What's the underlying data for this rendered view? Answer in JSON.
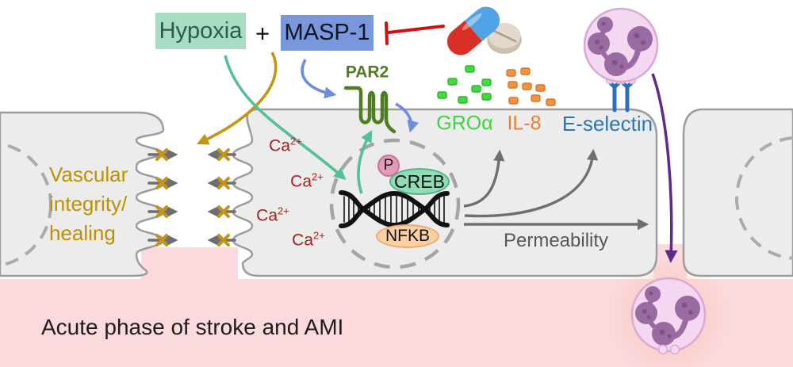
{
  "labels": {
    "hypoxia": "Hypoxia",
    "plus": "+",
    "masp1": "MASP-1",
    "par2": "PAR2",
    "ca_base": "Ca",
    "ca_sup": "2+",
    "p": "P",
    "creb": "CREB",
    "nfkb": "NFKB",
    "gro": "GROα",
    "il8": "IL-8",
    "eselectin": "E-selectin",
    "permeability": "Permeability",
    "vascular_line1": "Vascular",
    "vascular_line2": "integrity/",
    "vascular_line3": "healing",
    "caption": "Acute phase of stroke and AMI"
  },
  "colors": {
    "hypoxia_box": "#a8dcc3",
    "hypoxia_text": "#2f5b4b",
    "masp1_box": "#7897dd",
    "masp1_text": "#10151f",
    "par2_green": "#4e7e1f",
    "ca_red": "#a81f16",
    "gro_green": "#3bd53b",
    "il8_orange": "#ed7d31",
    "eselectin_blue": "#2e75b6",
    "gold": "#bf9000",
    "teal_arrow": "#52c196",
    "blue_arrow": "#6b8ede",
    "purple_arrow": "#5e2b8a",
    "gray_arrow": "#6f6f6f",
    "inhibit_red": "#d01010",
    "cell_fill": "#ececec",
    "cell_stroke": "#9c9c9c",
    "pink_band": "#fbdade",
    "p_fill": "#e79ab8",
    "creb_fill": "#8fdcb6",
    "nfkb_fill": "#f9cfa3",
    "neutrophil_body": "#f4d7f0",
    "neutrophil_nucleus": "#9a6ba3"
  },
  "icons": {
    "capsule_pill": "capsule-pill-icon",
    "tablet_pill": "tablet-pill-icon",
    "par2_receptor": "par2-serpentine-receptor-icon",
    "eselectin_receptor": "e-selectin-receptor-icon",
    "neutrophil_top": "neutrophil-cell-icon",
    "neutrophil_bottom": "neutrophil-cell-icon",
    "dna": "dna-helix-icon",
    "junction_x": "blocked-junction-x-icon",
    "gro_particles_count": 7,
    "il8_particles_count": 8,
    "ca_count": 4
  }
}
